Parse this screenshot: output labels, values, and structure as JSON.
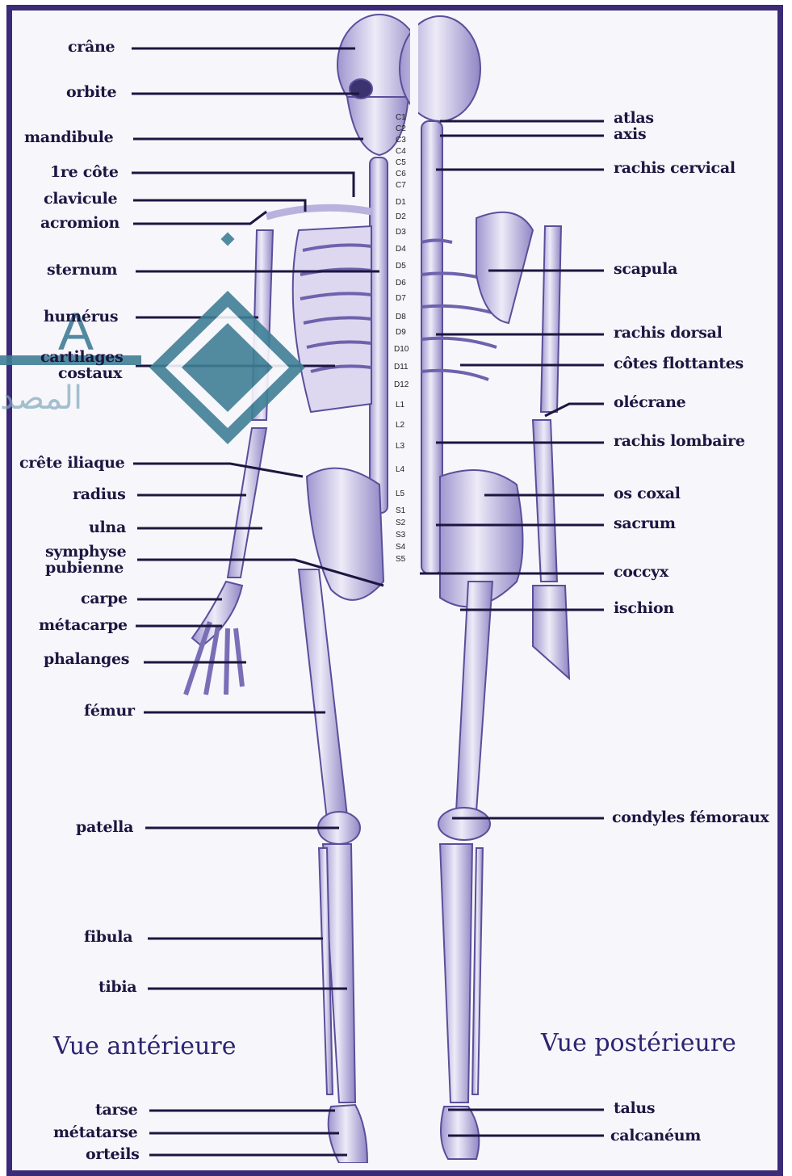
{
  "anterior_labels": [
    "crâne",
    "orbite",
    "mandibule",
    "1re côte",
    "clavicule",
    "acromion",
    "sternum",
    "humérus",
    "cartilages",
    "costaux",
    "crête iliaque",
    "radius",
    "ulna",
    "symphyse",
    "pubienne",
    "carpe",
    "métacarpe",
    "phalanges",
    "fémur",
    "patella",
    "fibula",
    "tibia",
    "tarse",
    "métatarse",
    "orteils"
  ],
  "posterior_labels": [
    "atlas",
    "axis",
    "rachis cervical",
    "scapula",
    "rachis dorsal",
    "côtes flottantes",
    "olécrane",
    "rachis lombaire",
    "os coxal",
    "sacrum",
    "coccyx",
    "ischion",
    "condyles fémoraux",
    "talus",
    "calcanéum"
  ],
  "vertebrae": [
    "C1",
    "C2",
    "C3",
    "C4",
    "C5",
    "C6",
    "C7",
    "D1",
    "D2",
    "D3",
    "D4",
    "D5",
    "D6",
    "D7",
    "D8",
    "D9",
    "D10",
    "D11",
    "D12",
    "L1",
    "L2",
    "L3",
    "L4",
    "L5",
    "S1",
    "S2",
    "S3",
    "S4",
    "S5"
  ],
  "views": {
    "anterior": "Vue antérieure",
    "posterior": "Vue postérieure"
  },
  "watermark": {
    "letter": "A",
    "arabic": "المصد"
  },
  "colors": {
    "bone": "#e4e0f2",
    "shade": "#8a80c0",
    "line": "#1c1640",
    "frame": "#3a2a78",
    "watermark": "#3f7f96"
  }
}
